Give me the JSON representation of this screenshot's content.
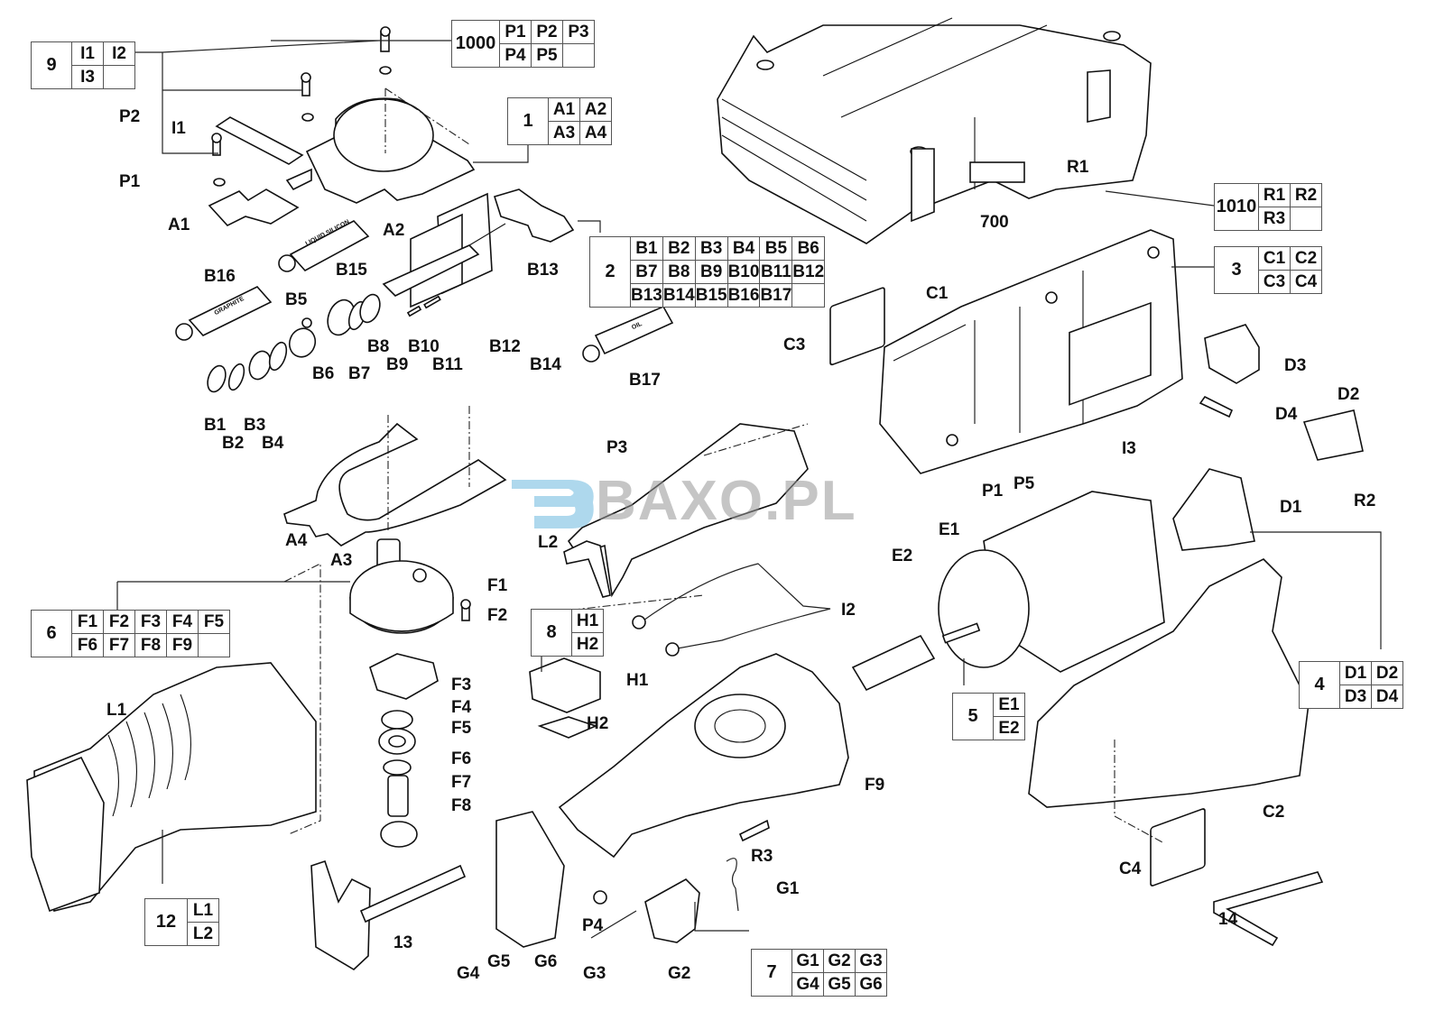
{
  "watermark": {
    "text": "BAXO.PL",
    "logo_color": "#8cc8e6"
  },
  "kits": [
    {
      "id": "kit-9",
      "number": "9",
      "rows": [
        [
          "I1",
          "I2"
        ],
        [
          "I3",
          ""
        ]
      ]
    },
    {
      "id": "kit-1000",
      "number": "1000",
      "rows": [
        [
          "P1",
          "P2",
          "P3"
        ],
        [
          "P4",
          "P5",
          ""
        ]
      ]
    },
    {
      "id": "kit-1",
      "number": "1",
      "rows": [
        [
          "A1",
          "A2"
        ],
        [
          "A3",
          "A4"
        ]
      ]
    },
    {
      "id": "kit-2",
      "number": "2",
      "rows": [
        [
          "B1",
          "B2",
          "B3",
          "B4",
          "B5",
          "B6"
        ],
        [
          "B7",
          "B8",
          "B9",
          "B10",
          "B11",
          "B12"
        ],
        [
          "B13",
          "B14",
          "B15",
          "B16",
          "B17",
          ""
        ]
      ]
    },
    {
      "id": "kit-1010",
      "number": "1010",
      "rows": [
        [
          "R1",
          "R2"
        ],
        [
          "R3",
          ""
        ]
      ]
    },
    {
      "id": "kit-3",
      "number": "3",
      "rows": [
        [
          "C1",
          "C2"
        ],
        [
          "C3",
          "C4"
        ]
      ]
    },
    {
      "id": "kit-6",
      "number": "6",
      "rows": [
        [
          "F1",
          "F2",
          "F3",
          "F4",
          "F5"
        ],
        [
          "F6",
          "F7",
          "F8",
          "F9",
          ""
        ]
      ]
    },
    {
      "id": "kit-8",
      "number": "8",
      "rows": [
        [
          "H1"
        ],
        [
          "H2"
        ]
      ]
    },
    {
      "id": "kit-5",
      "number": "5",
      "rows": [
        [
          "E1"
        ],
        [
          "E2"
        ]
      ]
    },
    {
      "id": "kit-4",
      "number": "4",
      "rows": [
        [
          "D1",
          "D2"
        ],
        [
          "D3",
          "D4"
        ]
      ]
    },
    {
      "id": "kit-12",
      "number": "12",
      "rows": [
        [
          "L1"
        ],
        [
          "L2"
        ]
      ]
    },
    {
      "id": "kit-7",
      "number": "7",
      "rows": [
        [
          "G1",
          "G2",
          "G3"
        ],
        [
          "G4",
          "G5",
          "G6"
        ]
      ]
    }
  ],
  "labels": {
    "P2": "P2",
    "I1": "I1",
    "P1_top": "P1",
    "A1": "A1",
    "A2": "A2",
    "B15": "B15",
    "B13": "B13",
    "B16": "B16",
    "B5": "B5",
    "B6": "B6",
    "B7": "B7",
    "B8": "B8",
    "B9": "B9",
    "B10": "B10",
    "B11": "B11",
    "B12": "B12",
    "B14": "B14",
    "B17": "B17",
    "B1": "B1",
    "B2": "B2",
    "B3": "B3",
    "B4": "B4",
    "case_700": "700",
    "R1": "R1",
    "C1": "C1",
    "C3": "C3",
    "D3": "D3",
    "D4": "D4",
    "D2": "D2",
    "I3": "I3",
    "R2": "R2",
    "D1": "D1",
    "P1_mid": "P1",
    "P5": "P5",
    "E1": "E1",
    "E2": "E2",
    "P3": "P3",
    "L2": "L2",
    "I2": "I2",
    "A4": "A4",
    "A3": "A3",
    "F1": "F1",
    "F2": "F2",
    "F3": "F3",
    "F4": "F4",
    "F5": "F5",
    "F6": "F6",
    "F7": "F7",
    "F8": "F8",
    "F9": "F9",
    "H1": "H1",
    "H2": "H2",
    "L1": "L1",
    "R3": "R3",
    "G1": "G1",
    "C2": "C2",
    "C4": "C4",
    "part_13": "13",
    "part_14": "14",
    "G4": "G4",
    "G5": "G5",
    "G6": "G6",
    "P4": "P4",
    "G3": "G3",
    "G2": "G2",
    "tube_silicon": "LIQUID SILICON",
    "tube_graphite": "GRAPHITE",
    "tube_oil": "OIL"
  }
}
